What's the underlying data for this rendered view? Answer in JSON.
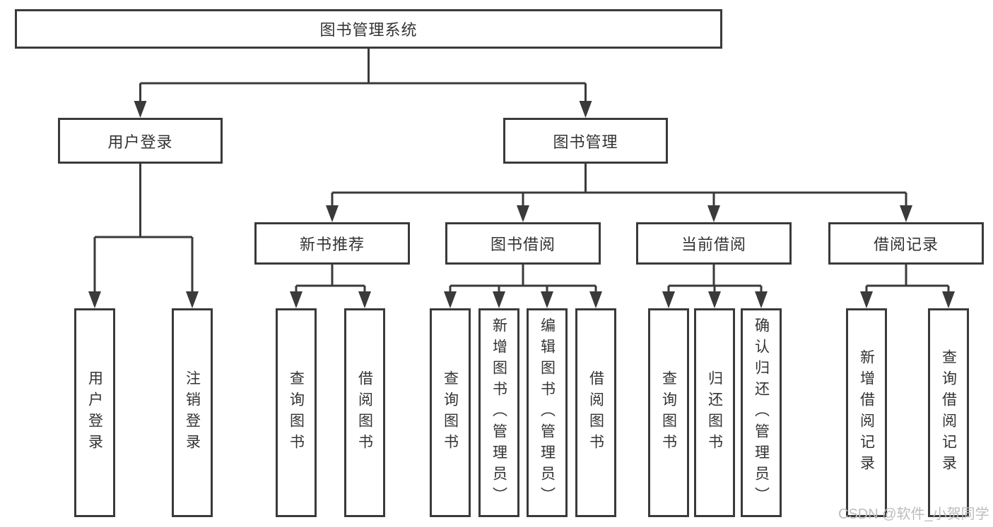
{
  "root": {
    "label": "图书管理系统"
  },
  "level2": [
    {
      "label": "用户登录"
    },
    {
      "label": "图书管理"
    }
  ],
  "level3": [
    {
      "label": "新书推荐"
    },
    {
      "label": "图书借阅"
    },
    {
      "label": "当前借阅"
    },
    {
      "label": "借阅记录"
    }
  ],
  "leaves": [
    {
      "label": "用户登录"
    },
    {
      "label": "注销登录"
    },
    {
      "label": "查询图书"
    },
    {
      "label": "借阅图书"
    },
    {
      "label": "查询图书"
    },
    {
      "label": "新增图书（管理员）"
    },
    {
      "label": "编辑图书（管理员）"
    },
    {
      "label": "借阅图书"
    },
    {
      "label": "查询图书"
    },
    {
      "label": "归还图书"
    },
    {
      "label": "确认归还（管理员）"
    },
    {
      "label": "新增借阅记录"
    },
    {
      "label": "查询借阅记录"
    }
  ],
  "watermark": {
    "text": "CSDN @软件_小贺同学"
  },
  "colors": {
    "line": "#3a3a3a",
    "text": "#333333",
    "watermark": "#bdbdbd",
    "background": "#ffffff"
  }
}
